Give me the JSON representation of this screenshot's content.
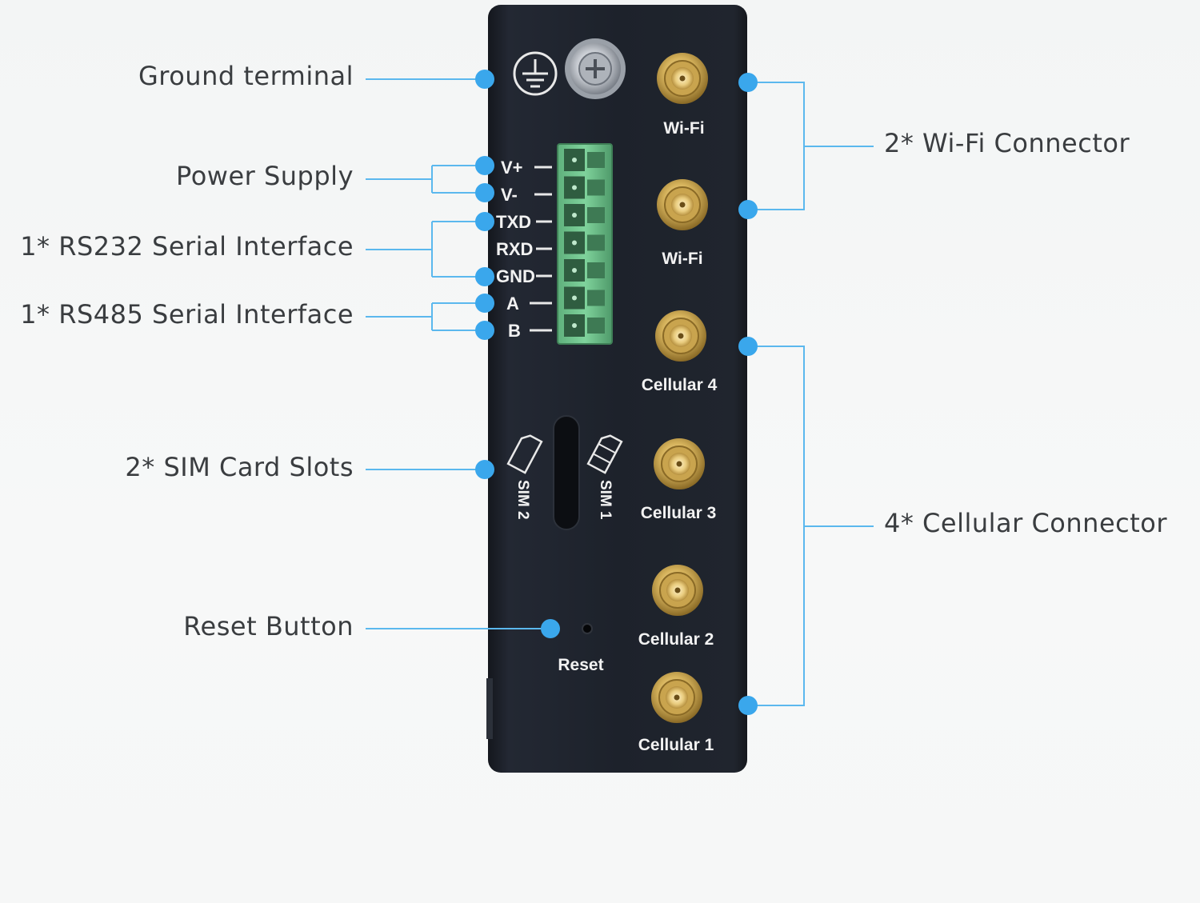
{
  "callouts": {
    "left": {
      "ground": "Ground terminal",
      "power": "Power Supply",
      "rs232": "1* RS232 Serial Interface",
      "rs485": "1* RS485 Serial Interface",
      "sim": "2* SIM Card Slots",
      "reset": "Reset Button"
    },
    "right": {
      "wifi": "2* Wi-Fi Connector",
      "cellular": "4* Cellular Connector"
    }
  },
  "device": {
    "pins": [
      "V+",
      "V-",
      "TXD",
      "RXD",
      "GND",
      "A",
      "B"
    ],
    "connectors": {
      "wifi_1": "Wi-Fi",
      "wifi_2": "Wi-Fi",
      "cellular_4": "Cellular 4",
      "cellular_3": "Cellular 3",
      "cellular_2": "Cellular 2",
      "cellular_1": "Cellular 1"
    },
    "sim_2": "SIM 2",
    "sim_1": "SIM 1",
    "reset": "Reset"
  },
  "colors": {
    "device_body": "#1b1f27",
    "terminal_block": "#6cc08a",
    "callout_dot": "#3aa7ec",
    "callout_line": "#5bb8ee",
    "label_text": "#3a3d40",
    "connector_gold": "#d6b35c"
  },
  "icons": {
    "ground": "ground-symbol-icon",
    "screw": "ground-screw-icon",
    "sim_card": "sim-card-icon"
  }
}
